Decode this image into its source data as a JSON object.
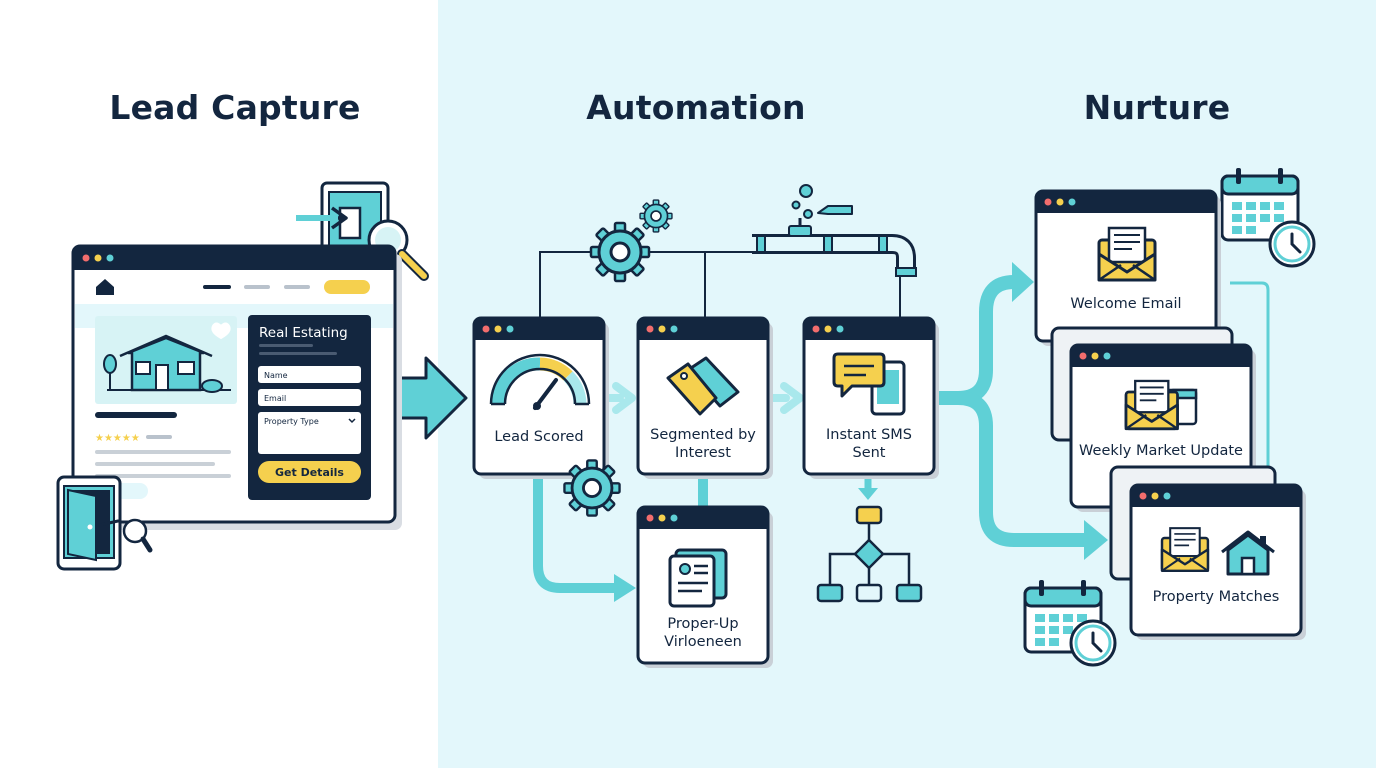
{
  "sections": {
    "lead_capture": "Lead Capture",
    "automation": "Automation",
    "nurture": "Nurture"
  },
  "form": {
    "title": "Real Estating",
    "name_placeholder": "Name",
    "email_placeholder": "Email",
    "property_type": "Property Type",
    "submit": "Get Details"
  },
  "steps": {
    "lead_scored": "Lead Scored",
    "segmented_line1": "Segmented by",
    "segmented_line2": "Interest",
    "sms_line1": "Instant SMS",
    "sms_line2": "Sent",
    "proper_line1": "Proper-Up",
    "proper_line2": "Virloeneen"
  },
  "nurture": {
    "welcome": "Welcome Email",
    "weekly": "Weekly Market Update",
    "matches": "Property Matches"
  },
  "colors": {
    "navy": "#13263f",
    "teal": "#5fd0d6",
    "teal_light": "#a9e8ec",
    "yellow": "#f5d04e",
    "red_dot": "#f26d6d",
    "panel_bg": "#e3f7fb"
  }
}
